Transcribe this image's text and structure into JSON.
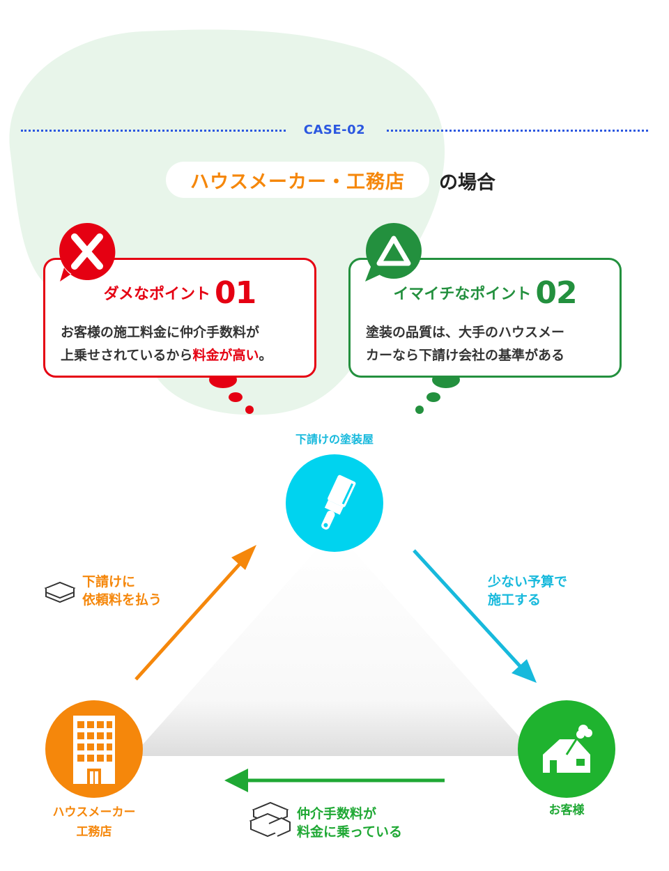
{
  "header": {
    "case_label": "CASE-02",
    "title_highlight": "ハウスメーカー・工務店",
    "title_suffix": "の場合"
  },
  "points": [
    {
      "heading": "ダメなポイント",
      "number": "01",
      "text_line1": "お客様の施工料金に仲介手数料が",
      "text_line2_plain": "上乗せされているから",
      "text_line2_highlight": "料金が高い",
      "text_line2_end": "。",
      "badge": "x-mark-icon",
      "color": "#e50012"
    },
    {
      "heading": "イマイチなポイント",
      "number": "02",
      "text_line1": "塗装の品質は、大手のハウスメー",
      "text_line2": "カーなら下請け会社の基準がある",
      "badge": "triangle-icon",
      "color": "#23903e"
    }
  ],
  "nodes": {
    "top": {
      "label": "下請けの塗装屋",
      "icon": "paint-brush-icon",
      "color": "#00d3ef"
    },
    "left": {
      "label_line1": "ハウスメーカー",
      "label_line2": "工務店",
      "icon": "building-icon",
      "color": "#f5870b"
    },
    "right": {
      "label": "お客様",
      "icon": "house-icon",
      "color": "#1fb32f"
    }
  },
  "flows": {
    "left_to_top": {
      "line1": "下請けに",
      "line2": "依頼料を払う",
      "icon": "money-stack-icon"
    },
    "top_to_right": {
      "line1": "少ない予算で",
      "line2": "施工する"
    },
    "right_to_left": {
      "line1": "仲介手数料が",
      "line2": "料金に乗っている",
      "icon": "money-stack-icon"
    }
  },
  "colors": {
    "blob": "#e8f5ea",
    "case_blue": "#2b57e0",
    "arrow_orange": "#f5870b",
    "arrow_cyan": "#17b9dc",
    "arrow_green": "#1fa834"
  }
}
